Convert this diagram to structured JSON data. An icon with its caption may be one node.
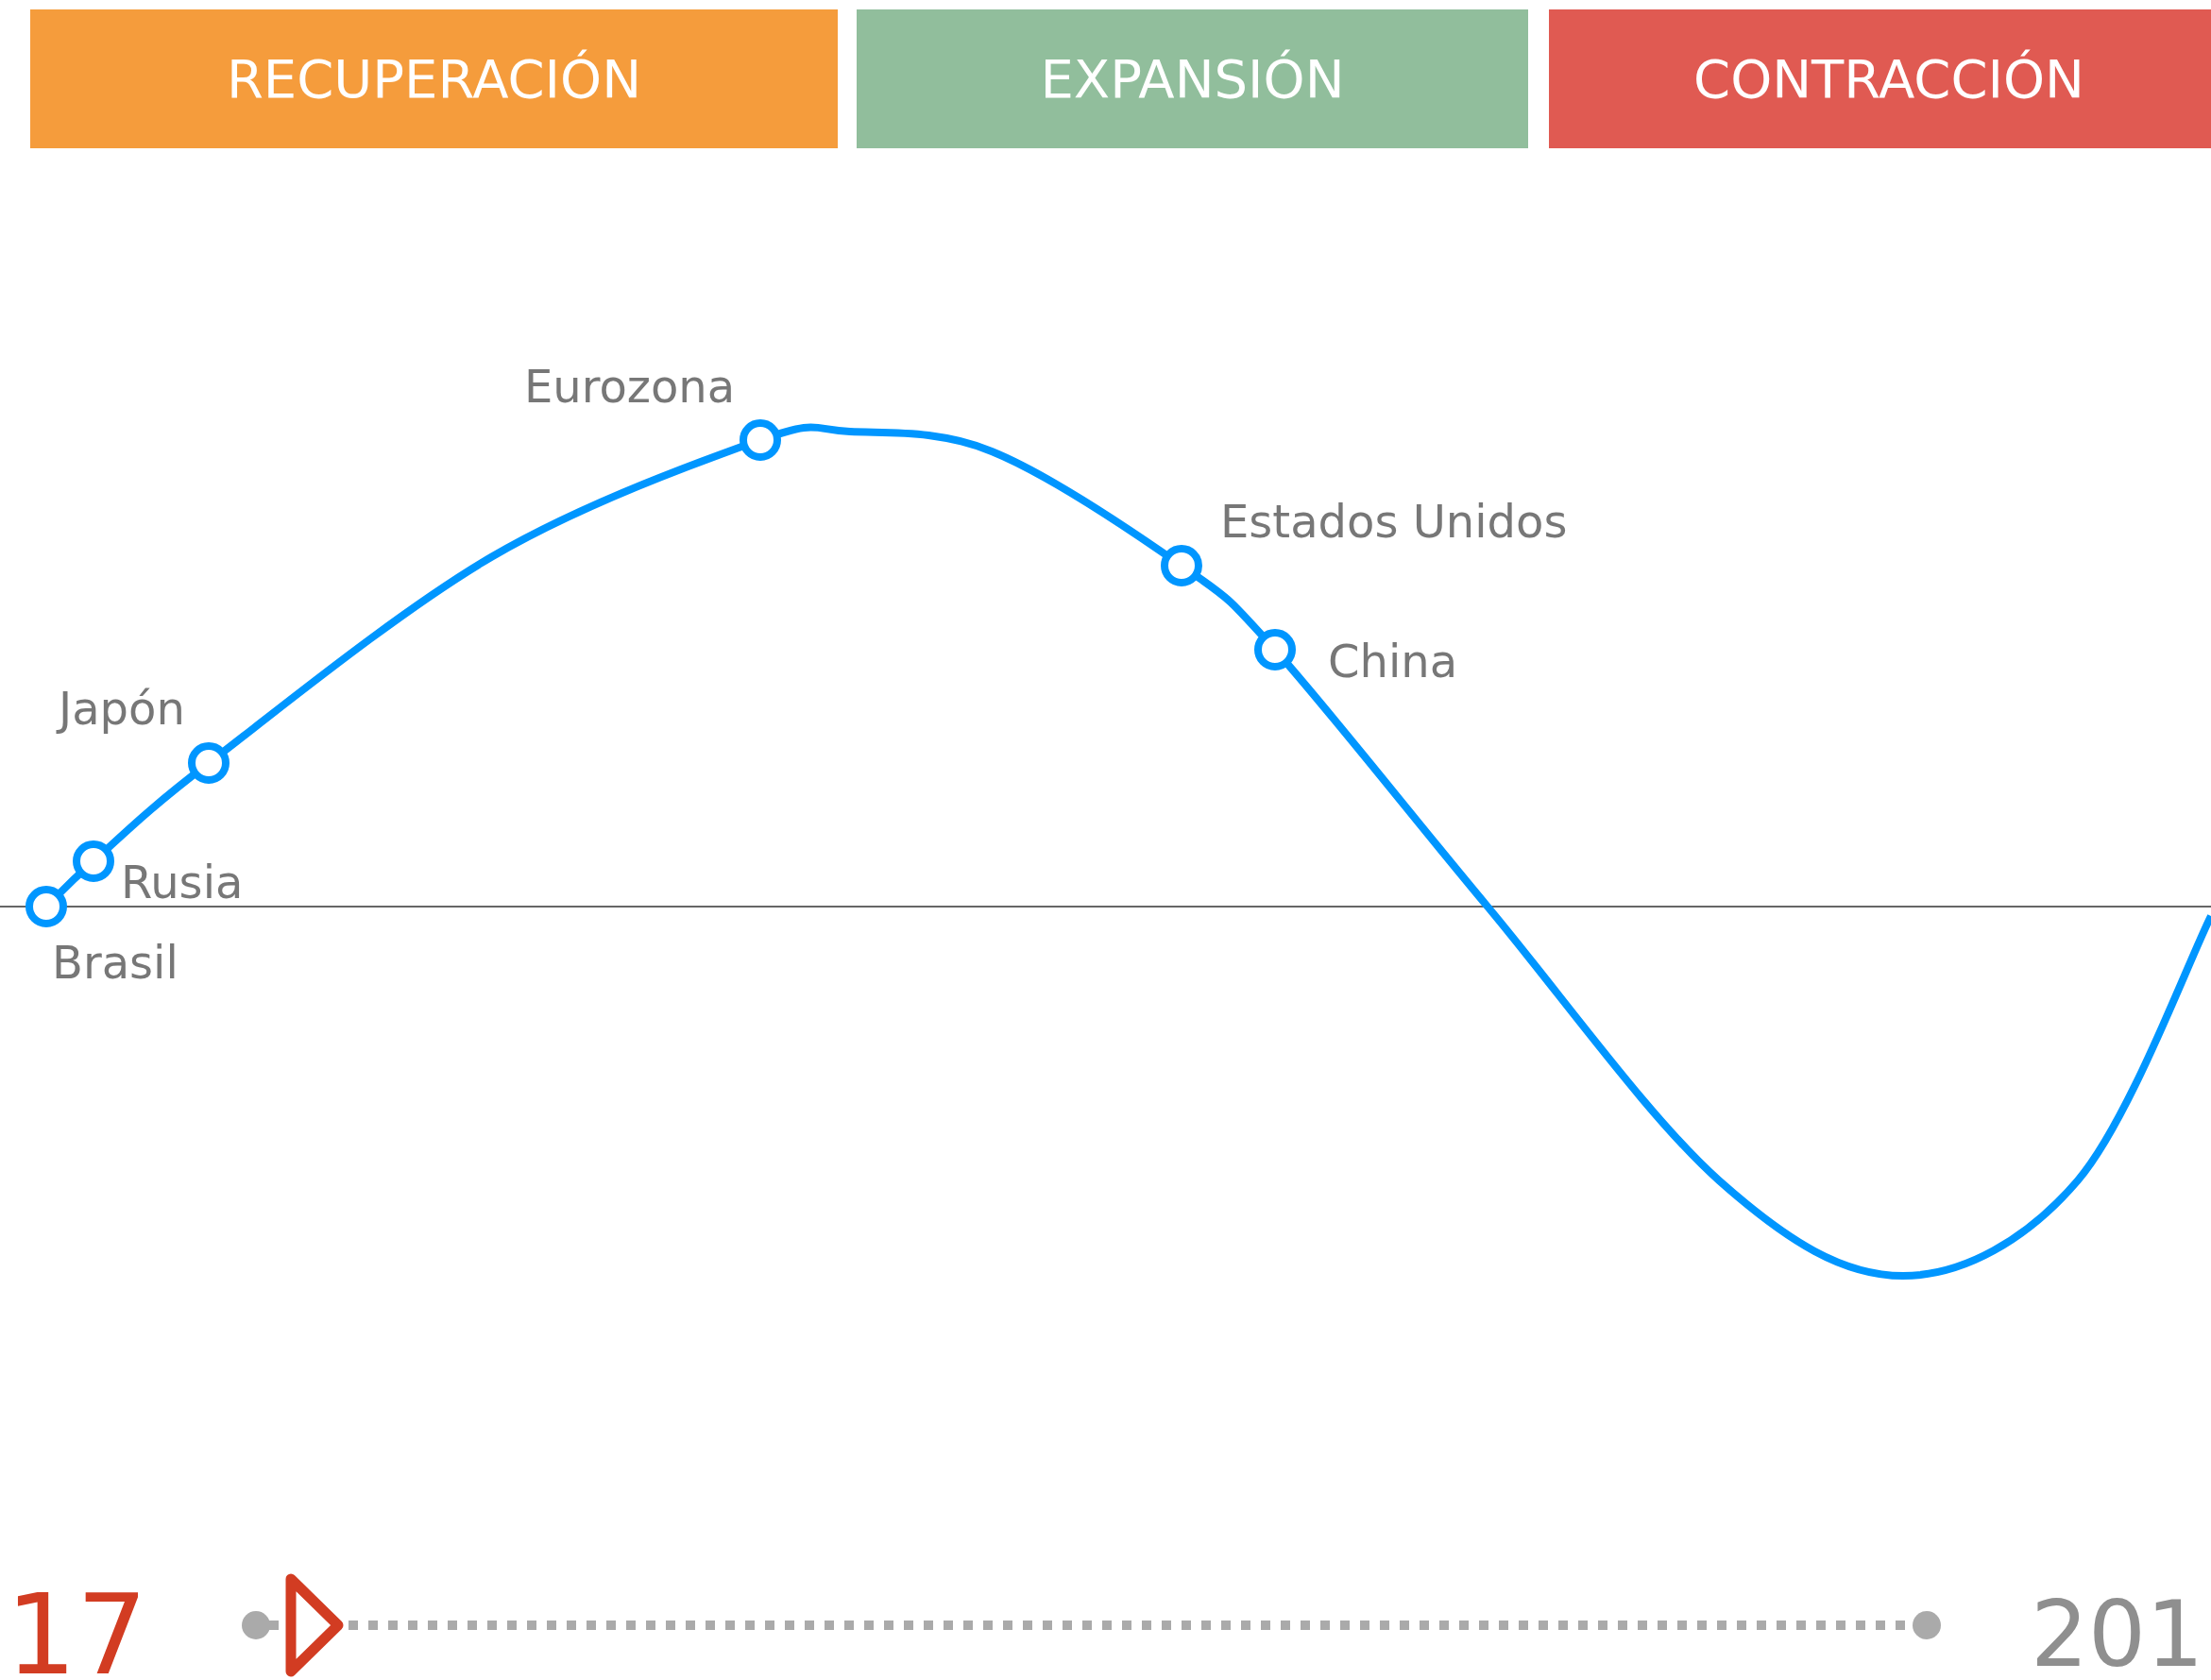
{
  "diagram": {
    "labels": [
      "RECUPERACIÓN",
      "EXPANSIÓN",
      "CONTRACCIÓN",
      "Eurozona",
      "Estados Unidos",
      "China",
      "Japón",
      "Rusia",
      "Brasil",
      "17",
      "201"
    ]
  }
}
